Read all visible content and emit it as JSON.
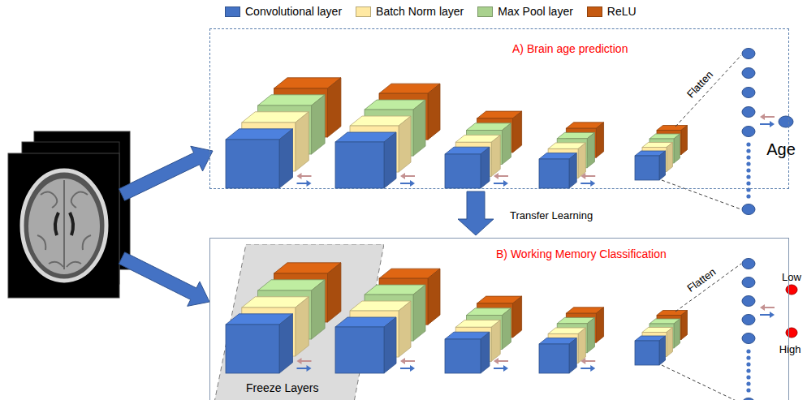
{
  "diagram": {
    "nodes": [
      {
        "text": [
          "A) Brain age prediction"
        ]
      },
      {
        "text": [
          "B) Working Memory Classification"
        ]
      },
      {
        "text": [
          "Freeze Layers"
        ],
        "in": 1
      }
    ],
    "edges": [
      {
        "from": 0,
        "to": 1,
        "arrow": "to",
        "label": "Transfer Learning"
      }
    ],
    "labels": [
      "Flatten",
      "Age",
      "Flatten",
      "Low",
      "High"
    ],
    "legend": [
      {
        "text": "Convolutional layer",
        "color": "#4472C4"
      },
      {
        "text": "Batch Norm layer",
        "color": "#FFE9A3"
      },
      {
        "text": "Max Pool layer",
        "color": "#A9D18E"
      },
      {
        "text": "ReLU",
        "color": "#C55A11"
      }
    ]
  }
}
